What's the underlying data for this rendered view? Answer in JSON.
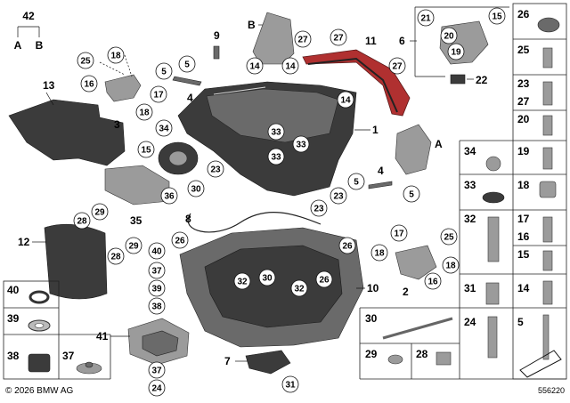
{
  "diagram": {
    "copyright": "© 2026 BMW AG",
    "diagram_number": "556220",
    "set_label": "42",
    "set_parts": [
      "A",
      "B"
    ],
    "callouts_circled": {
      "c25a": "25",
      "c18a": "18",
      "c16a": "16",
      "c17a": "17",
      "c18b": "18",
      "c14a": "14",
      "c14b": "14",
      "c14c": "14",
      "c27a": "27",
      "c27b": "27",
      "c27c": "27",
      "c15a": "15",
      "c20a": "20",
      "c19a": "19",
      "c21": "21",
      "c34": "34",
      "c15b": "15",
      "c36": "36",
      "c23a": "23",
      "c23b": "23",
      "c23c": "23",
      "c33a": "33",
      "c33b": "33",
      "c33c": "33",
      "c30a": "30",
      "c28a": "28",
      "c29a": "29",
      "c29b": "29",
      "c28b": "28",
      "c26a": "26",
      "c26b": "26",
      "c26c": "26",
      "c32a": "32",
      "c32b": "32",
      "c30b": "30",
      "c40": "40",
      "c37a": "37",
      "c39": "39",
      "c38": "38",
      "c37b": "37",
      "c24": "24",
      "c31": "31",
      "c17b": "17",
      "c25b": "25",
      "c18c": "18",
      "c18d": "18",
      "c16b": "16",
      "c5a": "5",
      "c5b": "5",
      "c5c": "5",
      "c5d": "5"
    },
    "callouts_plain": {
      "p9": "9",
      "pB": "B",
      "p6": "6",
      "p11": "11",
      "p22": "22",
      "p13": "13",
      "p3": "3",
      "p4a": "4",
      "p1": "1",
      "pA": "A",
      "p4b": "4",
      "p35": "35",
      "p8": "8",
      "p12": "12",
      "p10": "10",
      "p2": "2",
      "p41": "41",
      "p7": "7"
    },
    "legend_cells": [
      {
        "n1": "26",
        "n2": ""
      },
      {
        "n1": "25",
        "n2": ""
      },
      {
        "n1": "23",
        "n2": "27"
      },
      {
        "n1": "20",
        "n2": ""
      },
      {
        "n1": "19",
        "n2": ""
      },
      {
        "n1": "18",
        "n2": ""
      },
      {
        "n1": "17",
        "n2": "16"
      },
      {
        "n1": "15",
        "n2": ""
      },
      {
        "n1": "14",
        "n2": ""
      },
      {
        "n1": "5",
        "n2": ""
      }
    ],
    "legend_left_cells": [
      "34",
      "33",
      "32",
      "31",
      "24"
    ],
    "bottom_cells": {
      "c30": "30",
      "c29": "29",
      "c28": "28"
    },
    "left_box": {
      "c40": "40",
      "c39": "39",
      "c38": "38",
      "c37": "37"
    }
  }
}
